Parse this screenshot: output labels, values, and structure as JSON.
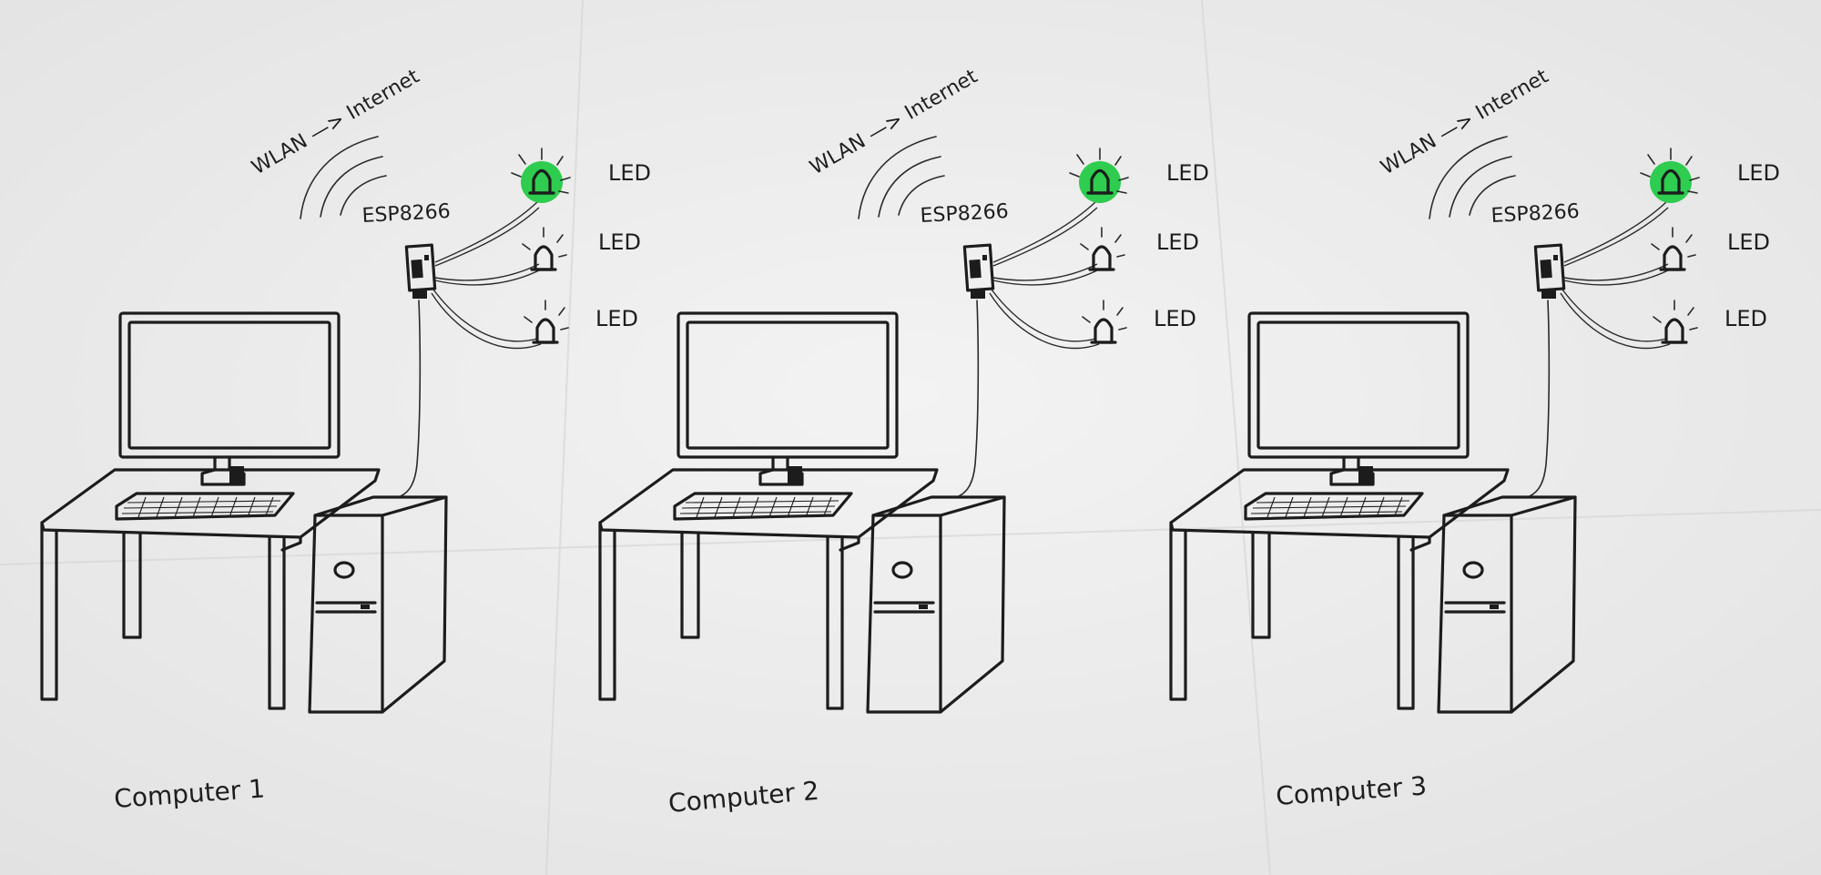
{
  "stations": [
    {
      "label": "Computer 1",
      "wlan_label": "WLAN —> Internet",
      "module_label": "ESP8266",
      "leds": [
        {
          "label": "LED",
          "state": "on",
          "color": "#2ecc4f"
        },
        {
          "label": "LED",
          "state": "off"
        },
        {
          "label": "LED",
          "state": "off"
        }
      ]
    },
    {
      "label": "Computer 2",
      "wlan_label": "WLAN —> Internet",
      "module_label": "ESP8266",
      "leds": [
        {
          "label": "LED",
          "state": "on",
          "color": "#2ecc4f"
        },
        {
          "label": "LED",
          "state": "off"
        },
        {
          "label": "LED",
          "state": "off"
        }
      ]
    },
    {
      "label": "Computer 3",
      "wlan_label": "WLAN —> Internet",
      "module_label": "ESP8266",
      "leds": [
        {
          "label": "LED",
          "state": "on",
          "color": "#2ecc4f"
        },
        {
          "label": "LED",
          "state": "off"
        },
        {
          "label": "LED",
          "state": "off"
        }
      ]
    }
  ],
  "colors": {
    "paper": "#ececec",
    "ink": "#1c1c1c",
    "led_on": "#2ecc4f"
  }
}
